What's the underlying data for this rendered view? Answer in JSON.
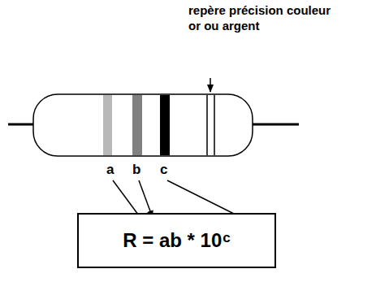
{
  "diagram": {
    "nodes": [
      {
        "text": [
          "R = ab * 10",
          "c"
        ]
      }
    ],
    "labels": [
      "repère précision couleur or ou argent",
      "a",
      "b",
      "c"
    ]
  }
}
